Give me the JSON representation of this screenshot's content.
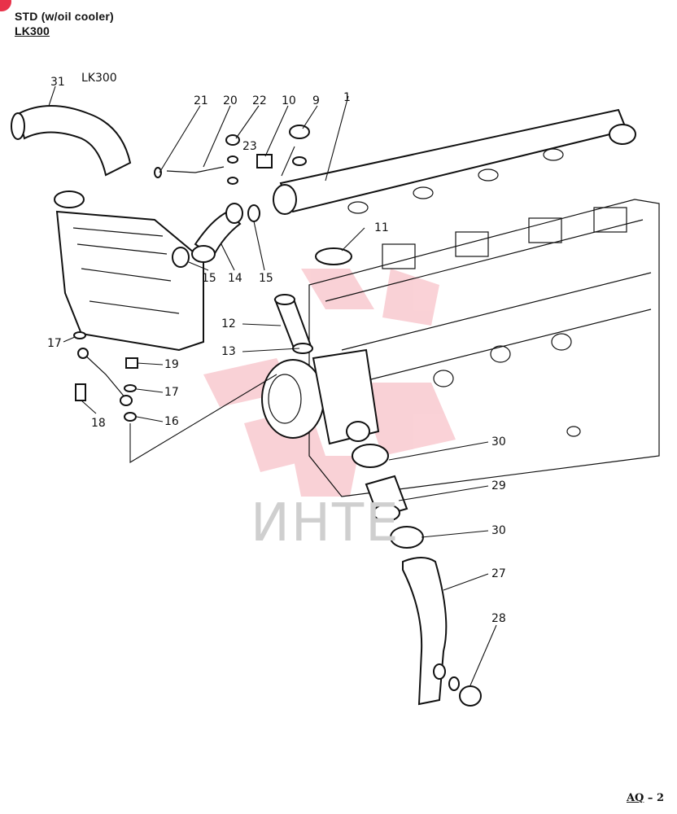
{
  "header": {
    "line1": "STD (w/oil cooler)",
    "line2": "LK300"
  },
  "diagram_title": "LK300",
  "page_code": "AQ",
  "page_number": "2",
  "watermark": {
    "text": "ИНТЕ",
    "color": "#e8324a"
  },
  "callouts": [
    "31",
    "21",
    "20",
    "22",
    "10",
    "9",
    "1",
    "23",
    "11",
    "15",
    "14",
    "15",
    "12",
    "13",
    "17",
    "19",
    "17",
    "18",
    "16",
    "30",
    "29",
    "30",
    "27",
    "28"
  ]
}
